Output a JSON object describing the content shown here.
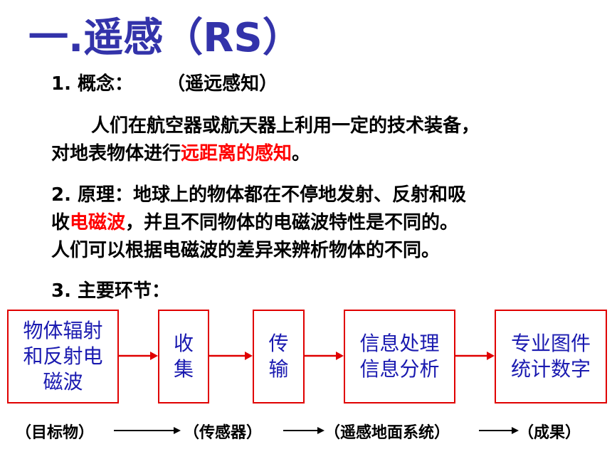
{
  "title": "一.遥感（RS）",
  "concept": {
    "label": "1. 概念：",
    "note": "（遥远感知）"
  },
  "concept_text": {
    "line1": "人们在航空器或航天器上利用一定的技术装备，",
    "line2_prefix": "对地表物体进行",
    "line2_highlight": "远距离的感知",
    "line2_suffix": "。"
  },
  "principle": {
    "line1": "2. 原理：地球上的物体都在不停地发射、反射和吸",
    "line2_prefix": "收",
    "line2_highlight": "电磁波",
    "line2_suffix": "，并且不同物体的电磁波特性是不同的。",
    "line3": "人们可以根据电磁波的差异来辨析物体的不同。"
  },
  "steps_heading": "3. 主要环节：",
  "flow_boxes": [
    {
      "lines": [
        "物体辐射",
        "和反射电",
        "磁波"
      ]
    },
    {
      "lines": [
        "收",
        "集"
      ]
    },
    {
      "lines": [
        "传",
        "输"
      ]
    },
    {
      "lines": [
        "信息处理",
        "信息分析"
      ]
    },
    {
      "lines": [
        "专业图件",
        "统计数字"
      ]
    }
  ],
  "bottom_labels": [
    "（目标物）",
    "（传感器）",
    "（遥感地面系统）",
    "（成果）"
  ],
  "colors": {
    "title": "#3333aa",
    "highlight": "#ff0000",
    "box_border": "#e00000",
    "box_text": "#1a1ab0"
  }
}
